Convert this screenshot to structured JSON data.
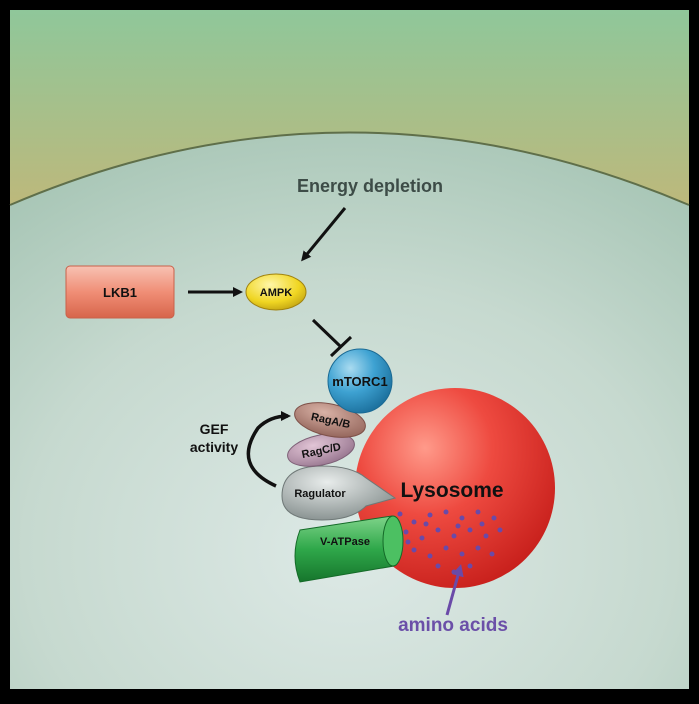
{
  "diagram": {
    "energy_label": "Energy depletion",
    "lkb1_label": "LKB1",
    "ampk_label": "AMPK",
    "mtorc1_label": "mTORC1",
    "ragab_label": "RagA/B",
    "ragcd_label": "RagC/D",
    "gef_line1": "GEF",
    "gef_line2": "activity",
    "ragulator_label": "Ragulator",
    "vatpase_label": "V-ATPase",
    "lysosome_label": "Lysosome",
    "amino_acids_label": "amino acids"
  },
  "colors": {
    "membrane_top": "#7fbf8f",
    "membrane_orange": "#e0a260",
    "cytoplasm": "#c9dcd2",
    "lysosome": "#e8463f",
    "mtorc1": "#3aa0d0",
    "ampk": "#f2dd30",
    "lkb1": "#f2907a",
    "ragab": "#b07f74",
    "ragcd": "#b894ab",
    "ragulator": "#a9b0af",
    "vatpase": "#2fa84a",
    "amino_acids": "#6b4fa8",
    "dots": "#6a4aa8"
  }
}
